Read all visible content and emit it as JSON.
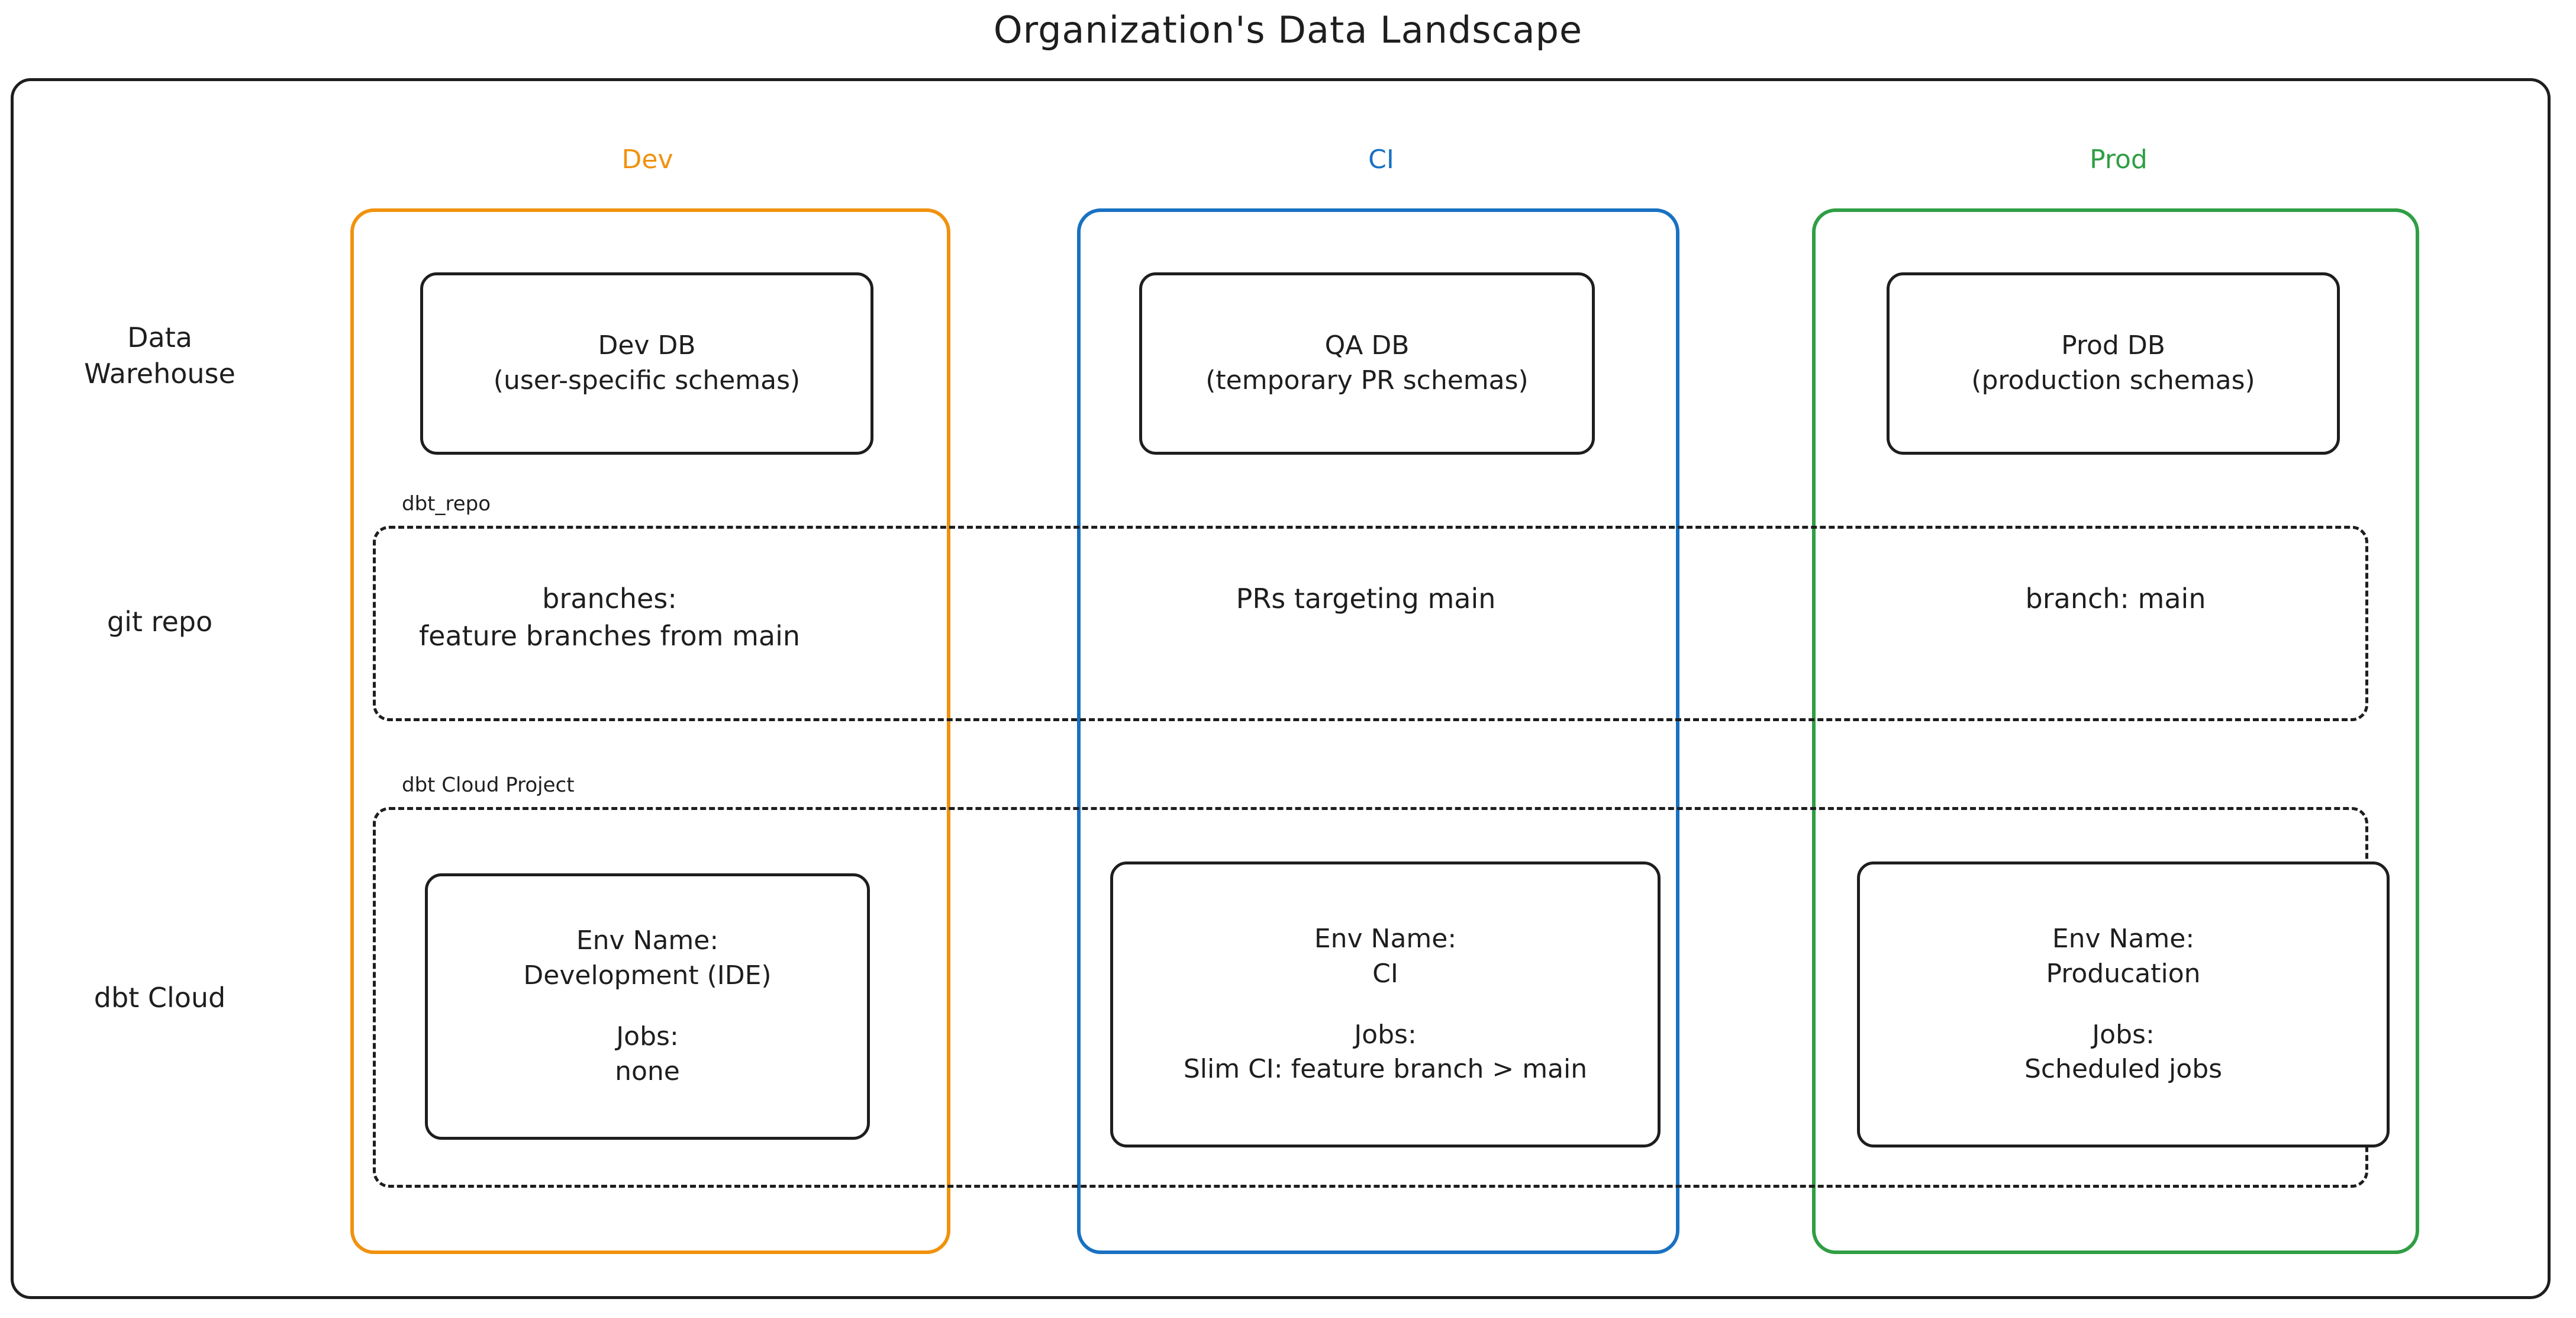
{
  "title": "Organization's Data Landscape",
  "colors": {
    "dev": "#f0920e",
    "ci": "#1971c2",
    "prod": "#2f9e44",
    "ink": "#1e1e1e",
    "background": "#ffffff"
  },
  "columns": [
    {
      "key": "dev",
      "label": "Dev",
      "color": "#f0920e"
    },
    {
      "key": "ci",
      "label": "CI",
      "color": "#1971c2"
    },
    {
      "key": "prod",
      "label": "Prod",
      "color": "#2f9e44"
    }
  ],
  "rows": [
    {
      "key": "warehouse",
      "label_line1": "Data",
      "label_line2": "Warehouse"
    },
    {
      "key": "git",
      "label_line1": "git repo",
      "label_line2": ""
    },
    {
      "key": "dbt",
      "label_line1": "dbt Cloud",
      "label_line2": ""
    }
  ],
  "groups": {
    "git_repo": {
      "label": "dbt_repo"
    },
    "dbt_cloud_project": {
      "label": "dbt Cloud Project"
    }
  },
  "warehouse": {
    "dev": {
      "line1": "Dev DB",
      "line2": "(user-specific schemas)"
    },
    "ci": {
      "line1": "QA DB",
      "line2": "(temporary PR schemas)"
    },
    "prod": {
      "line1": "Prod DB",
      "line2": "(production schemas)"
    }
  },
  "git_repo": {
    "dev": {
      "line1": "branches:",
      "line2": "feature branches from main"
    },
    "ci": {
      "line1": "PRs targeting main",
      "line2": ""
    },
    "prod": {
      "line1": "branch: main",
      "line2": ""
    }
  },
  "dbt_cloud": {
    "dev": {
      "env_label": "Env Name:",
      "env_value": "Development (IDE)",
      "jobs_label": "Jobs:",
      "jobs_value": "none"
    },
    "ci": {
      "env_label": "Env Name:",
      "env_value": "CI",
      "jobs_label": "Jobs:",
      "jobs_value": "Slim CI: feature branch > main"
    },
    "prod": {
      "env_label": "Env Name:",
      "env_value": "Producation",
      "jobs_label": "Jobs:",
      "jobs_value": "Scheduled jobs"
    }
  }
}
